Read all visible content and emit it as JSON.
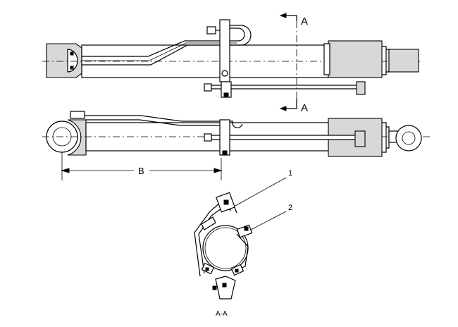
{
  "labels": {
    "section_mark_top": "A",
    "section_mark_bottom": "A",
    "dimension": "B",
    "callout_1": "1",
    "callout_2": "2",
    "section_caption": "A-A"
  }
}
